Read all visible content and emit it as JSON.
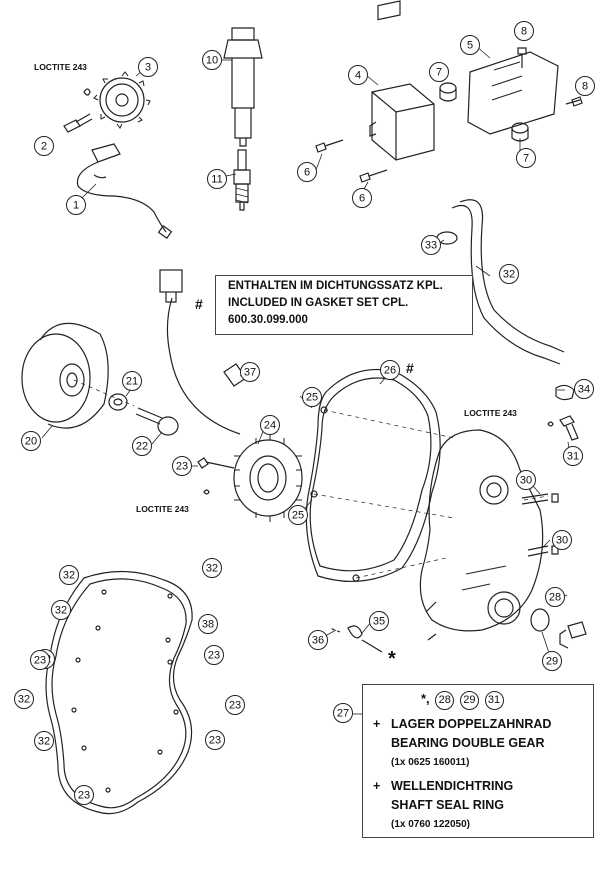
{
  "loctite_label": "LOCTITE 243",
  "hash_mark": "#",
  "asterisk_mark": "*",
  "gasket_note": {
    "line1": "ENTHALTEN IM DICHTUNGSSATZ KPL.",
    "line2": "INCLUDED IN GASKET SET CPL.",
    "line3": "600.30.099.000"
  },
  "kit_note": {
    "header_mark": "*,",
    "header_refs": [
      "28",
      "29",
      "31"
    ],
    "plus": "+",
    "item1_de": "LAGER DOPPELZAHNRAD",
    "item1_en": "BEARING  DOUBLE GEAR",
    "item1_code": "(1x  0625 160011)",
    "item2_de": "WELLENDICHTRING",
    "item2_en": "SHAFT SEAL RING",
    "item2_code": "(1x  0760 122050)"
  },
  "callouts": [
    "1",
    "2",
    "3",
    "4",
    "5",
    "6",
    "6",
    "7",
    "7",
    "8",
    "8",
    "10",
    "11",
    "20",
    "21",
    "22",
    "23",
    "24",
    "25",
    "25",
    "26",
    "27",
    "28",
    "29",
    "30",
    "30",
    "31",
    "32",
    "32",
    "32",
    "32",
    "32",
    "32",
    "32",
    "33",
    "34",
    "35",
    "36",
    "37",
    "38",
    "23",
    "23",
    "23",
    "23",
    "23",
    "32"
  ]
}
